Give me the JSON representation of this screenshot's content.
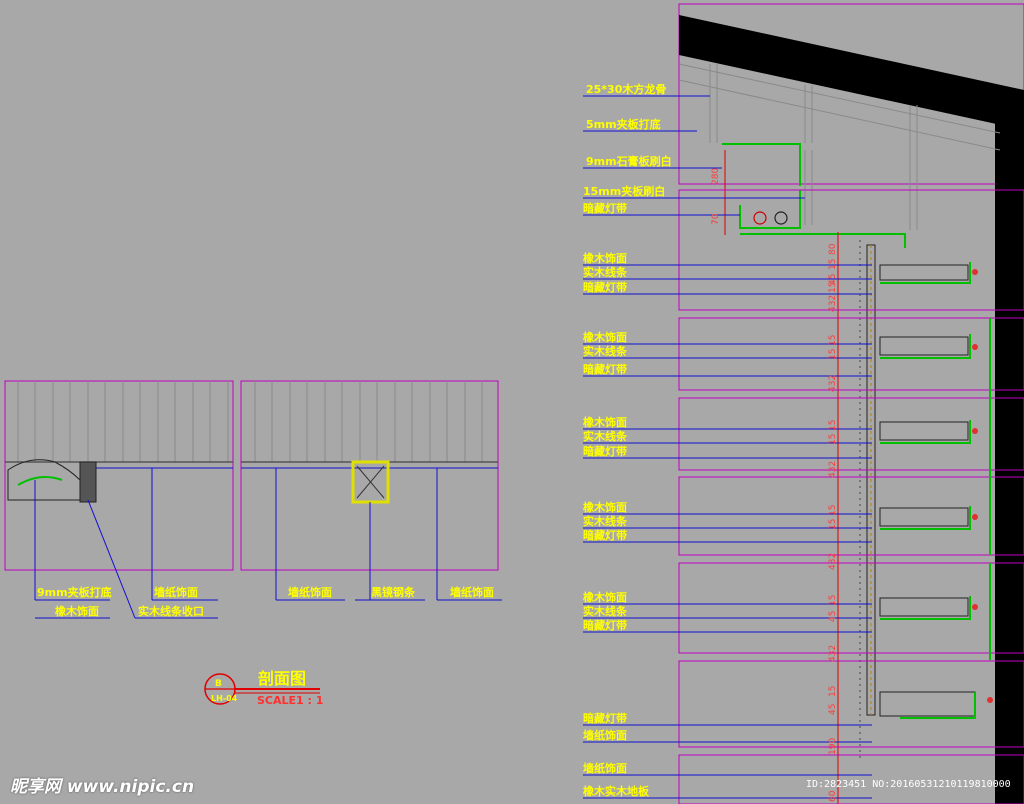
{
  "section_labels": {
    "top": [
      "25*30木方龙骨",
      "5mm夹板打底",
      "9mm石膏板刷白",
      "15mm夹板刷白",
      "暗藏灯带"
    ],
    "g1": [
      "橡木饰面",
      "实木线条",
      "暗藏灯带"
    ],
    "g2": [
      "橡木饰面",
      "实木线条",
      "暗藏灯带"
    ],
    "g3": [
      "橡木饰面",
      "实木线条",
      "暗藏灯带"
    ],
    "g4": [
      "橡木饰面",
      "实木线条",
      "暗藏灯带"
    ],
    "g5": [
      "橡木饰面",
      "实木线条",
      "暗藏灯带"
    ],
    "bottom": [
      "暗藏灯带",
      "墙纸饰面",
      "墙纸饰面",
      "橡木实木地板"
    ]
  },
  "plan_labels": {
    "left_upper": [
      "9mm夹板打底",
      "墙纸饰面"
    ],
    "left_lower": [
      "橡木饰面",
      "实木线条收口"
    ],
    "right": [
      "墙纸饰面",
      "黑镜钢条",
      "墙纸饰面"
    ]
  },
  "dims": {
    "top": [
      "280",
      "70",
      "80"
    ],
    "g1": [
      "15",
      "45",
      "15",
      "432"
    ],
    "g2": [
      "15",
      "15",
      "432"
    ],
    "g3": [
      "15",
      "15",
      "432"
    ],
    "g4": [
      "15",
      "15",
      "432"
    ],
    "g5": [
      "15",
      "45",
      "432"
    ],
    "bottom": [
      "15",
      "45",
      "190",
      "60"
    ]
  },
  "title_block": {
    "title": "剖面图",
    "scale": "SCALE1 : 1",
    "bubble_top": "B",
    "bubble_bottom": "LH-04"
  },
  "watermark": {
    "brand": "昵享网 www.nipic.cn",
    "id": "ID:2823451 NO:20160531210119810000"
  },
  "colors": {
    "background": "#a8a8a8",
    "label": "#ffff00",
    "leader": "#1010d0",
    "frame": "#c000c0",
    "dimension": "#ff3b3b",
    "green_outline": "#00c000"
  }
}
